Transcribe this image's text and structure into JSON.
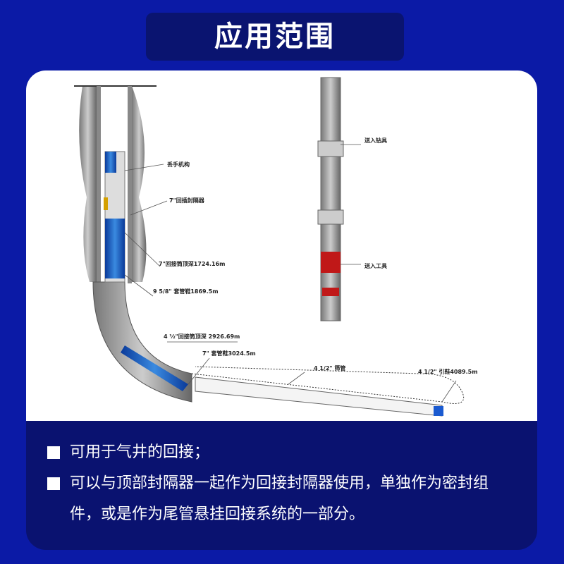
{
  "title": "应用范围",
  "diagram": {
    "labels": {
      "release_mechanism": "丢手机构",
      "tieback_packer": "7\"回插封隔器",
      "tieback_top_depth_7": "7\"回接筒顶深1724.16m",
      "casing_shoe_9_5_8": "9 5/8\" 套管鞋1869.5m",
      "tieback_top_depth_4_5": "4 ½\"回接筒顶深 2926.69m",
      "casing_shoe_7": "7\" 套管鞋3024.5m",
      "screen_pipe": "4 1/2\" 筛管",
      "guide_shoe": "4 1/2\" 引鞋4089.5m",
      "running_tool_string": "送入钻具",
      "running_tool": "送入工具"
    }
  },
  "bullets": [
    "可用于气井的回接；",
    "可以与顶部封隔器一起作为回接封隔器使用，单独作为密封组件，或是作为尾管悬挂回接系统的一部分。"
  ]
}
